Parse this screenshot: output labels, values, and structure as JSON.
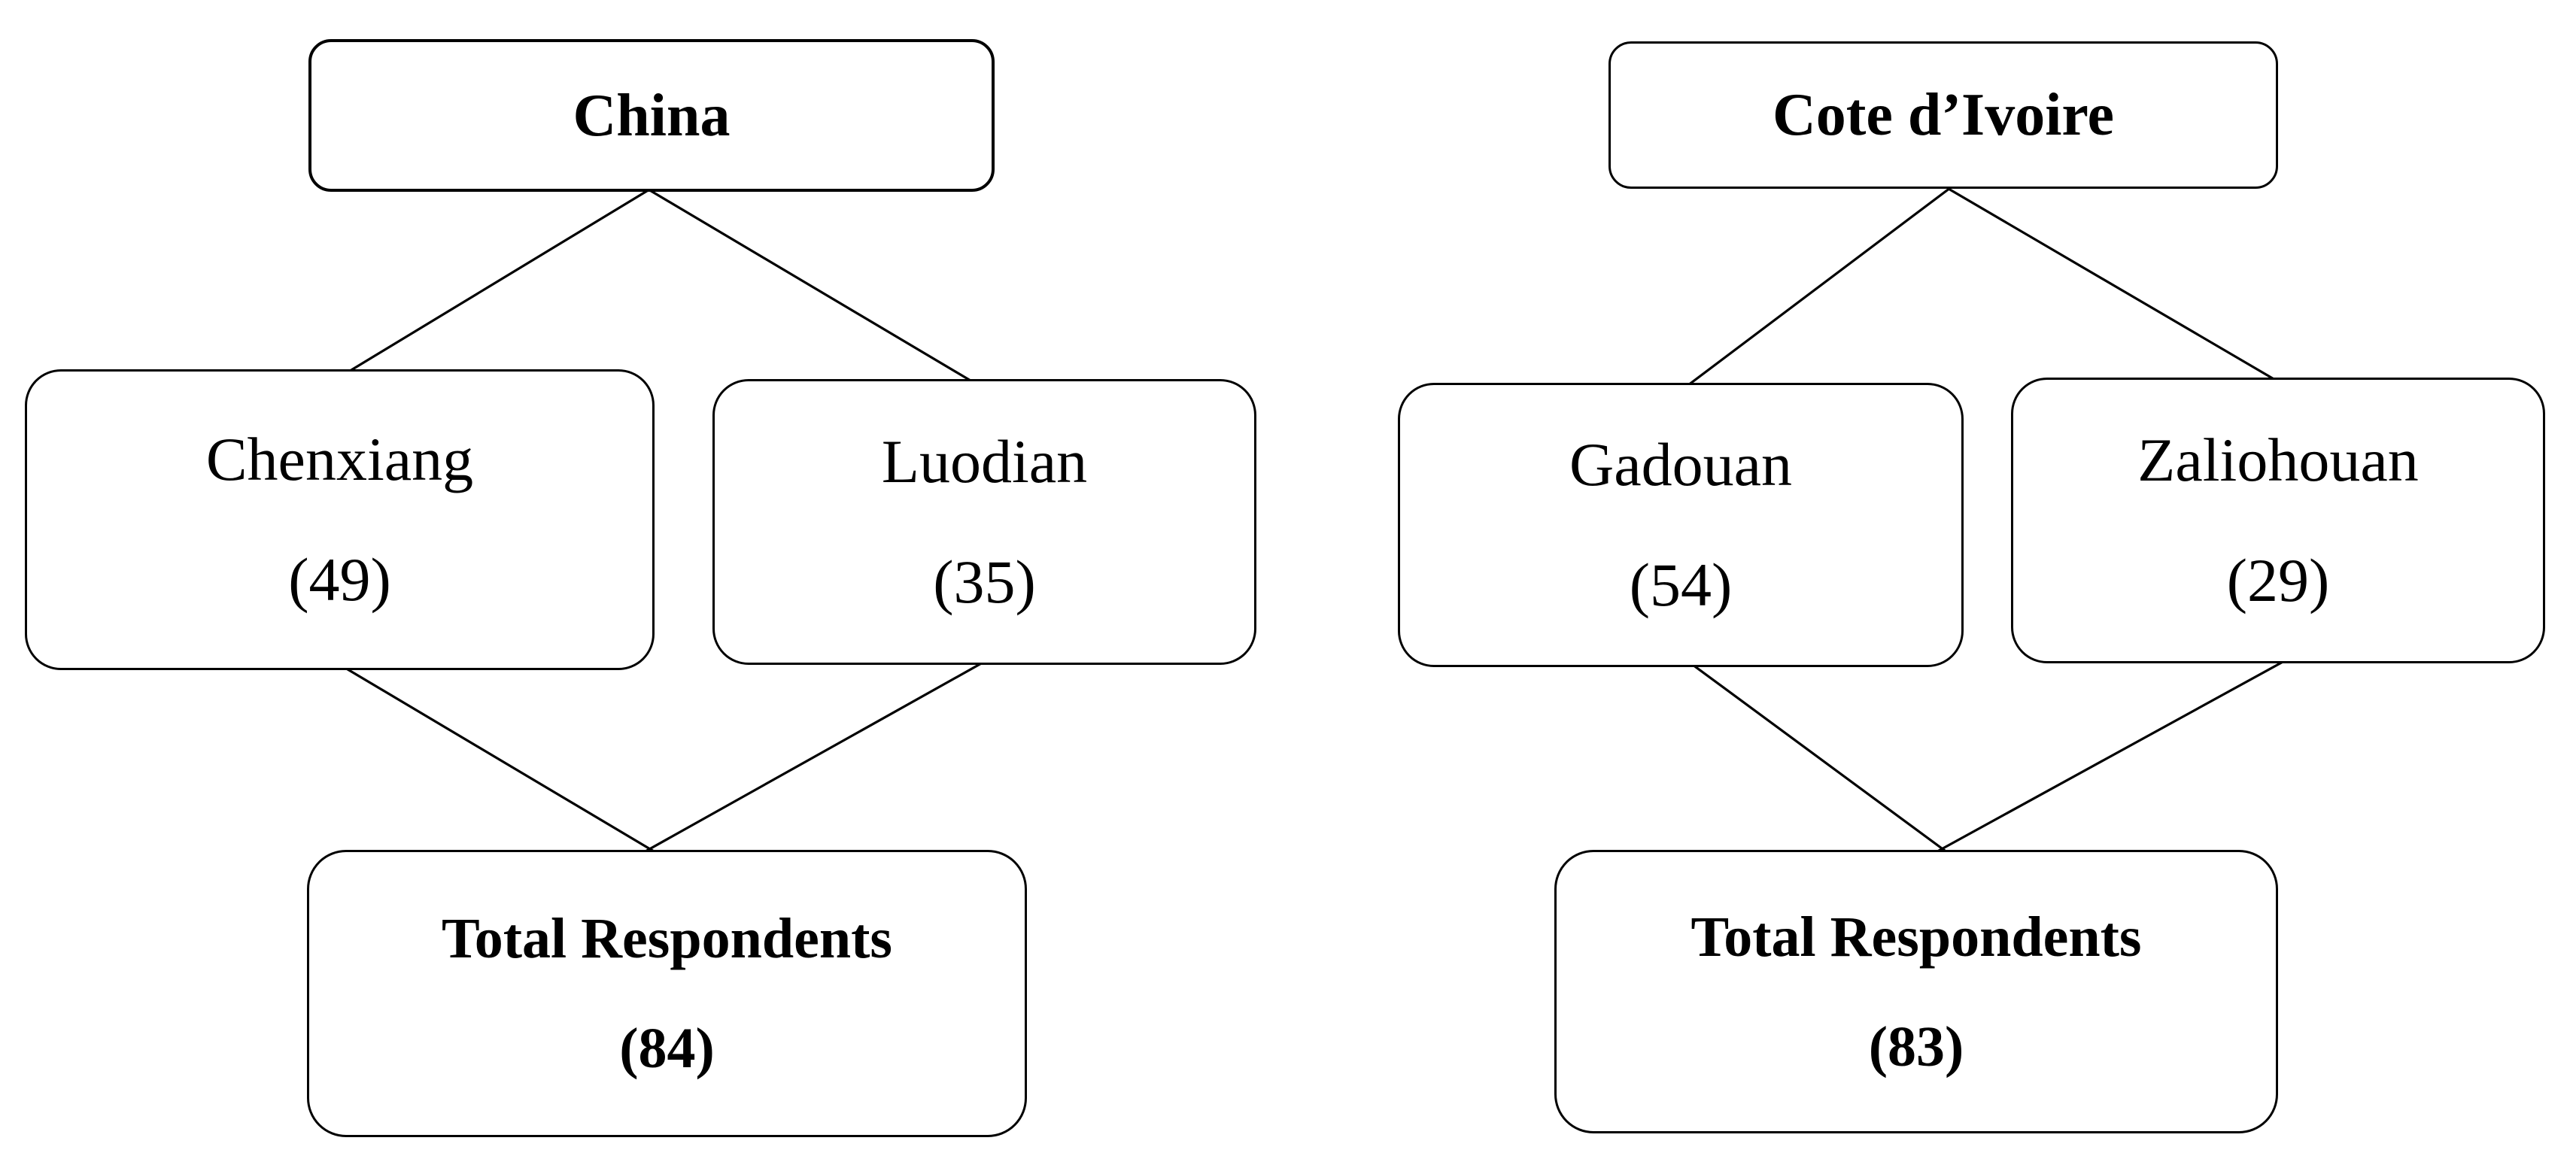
{
  "figure": {
    "description": "Two study-site flow diagrams showing respondent counts per village and totals per country",
    "colors": {
      "background": "#ffffff",
      "ink": "#000000",
      "box_fill": "#ffffff"
    },
    "diagrams": [
      {
        "id": "china",
        "root": {
          "label": "China"
        },
        "children": [
          {
            "name": "Chenxiang",
            "count": "(49)"
          },
          {
            "name": "Luodian",
            "count": "(35)"
          }
        ],
        "total": {
          "label": "Total Respondents",
          "count": "(84)"
        }
      },
      {
        "id": "cote-divoire",
        "root": {
          "label": "Cote d’Ivoire"
        },
        "children": [
          {
            "name": "Gadouan",
            "count": "(54)"
          },
          {
            "name": "Zaliohouan",
            "count": "(29)"
          }
        ],
        "total": {
          "label": "Total Respondents",
          "count": "(83)"
        }
      }
    ]
  }
}
